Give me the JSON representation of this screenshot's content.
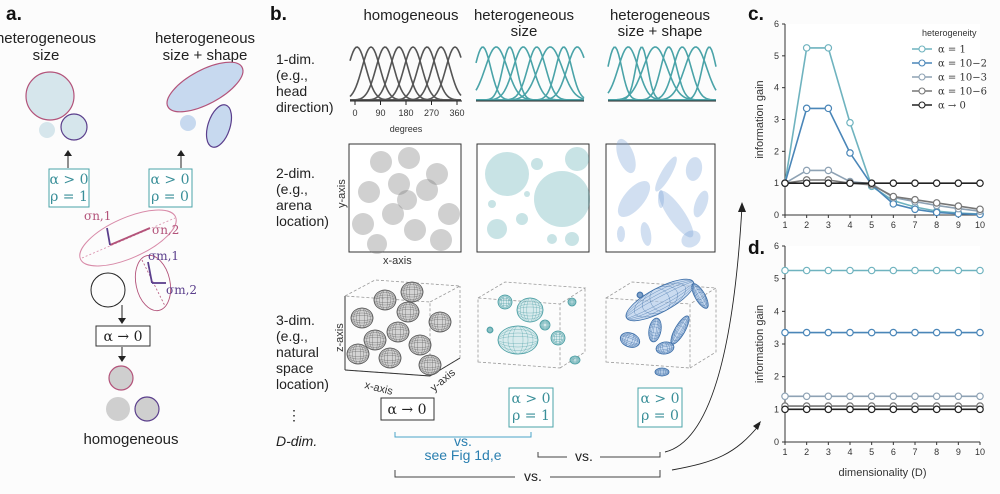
{
  "panels": {
    "a": {
      "letter": "a.",
      "title_left_1": "heterogeneous",
      "title_left_2": "size",
      "title_right_1": "heterogeneous",
      "title_right_2": "size + shape",
      "box1_line1": "α > 0",
      "box1_line2": "ρ = 1",
      "box2_line1": "α > 0",
      "box2_line2": "ρ = 0",
      "sigma_n1": "σn,1",
      "sigma_n2": "σn,2",
      "sigma_m1": "σm,1",
      "sigma_m2": "σm,2",
      "limit_box": "α → 0",
      "bottom_label": "homogeneous"
    },
    "b": {
      "letter": "b.",
      "col_homogeneous": "homogeneous",
      "col_het_size_1": "heterogeneous",
      "col_het_size_2": "size",
      "col_het_shape_1": "heterogeneous",
      "col_het_shape_2": "size + shape",
      "row1": [
        "1-dim.",
        "(e.g.,",
        "head",
        "direction)"
      ],
      "row2": [
        "2-dim.",
        "(e.g.,",
        "arena",
        "location)"
      ],
      "row3": [
        "3-dim.",
        "(e.g.,",
        "natural",
        "space",
        "location)"
      ],
      "ellipsis": "⋮",
      "rowD": "D-dim.",
      "deg_ticks": [
        "0",
        "90",
        "180",
        "270",
        "360"
      ],
      "deg_label": "degrees",
      "x_axis": "x-axis",
      "y_axis": "y-axis",
      "z_axis": "z-axis",
      "box_limit": "α → 0",
      "box_size_1": "α > 0",
      "box_size_2": "ρ = 1",
      "box_shape_1": "α > 0",
      "box_shape_2": "ρ = 0",
      "vs1": "vs.",
      "see_fig": "see Fig 1d,e",
      "vs2": "vs.",
      "vs3": "vs."
    },
    "c": {
      "letter": "c."
    },
    "d": {
      "letter": "d."
    }
  },
  "colors": {
    "gray": "#555555",
    "teal": "#4aa3a8",
    "blue": "#8fb6d8",
    "pink": "#b3537a",
    "purple": "#5b3f8c",
    "red_dotted": "#8b1a1a"
  },
  "chart_data": [
    {
      "type": "line",
      "panel": "c",
      "xlabel": "",
      "ylabel": "information gain",
      "x": [
        1,
        2,
        3,
        4,
        5,
        6,
        7,
        8,
        9,
        10
      ],
      "xlim": [
        1,
        10
      ],
      "ylim": [
        0,
        6
      ],
      "yticks": [
        0,
        1,
        2,
        3,
        4,
        5,
        6
      ],
      "xticks": [
        1,
        2,
        3,
        4,
        5,
        6,
        7,
        8,
        9,
        10
      ],
      "legend_title": "heterogeneity",
      "legend_position": "top-right",
      "reference_line": 1,
      "series": [
        {
          "name": "α = 1",
          "color": "#6fb3bf",
          "values": [
            1.0,
            5.25,
            5.25,
            2.9,
            0.9,
            0.45,
            0.25,
            0.12,
            0.06,
            0.03
          ]
        },
        {
          "name": "α = 10−2",
          "color": "#4a86b8",
          "values": [
            1.0,
            3.35,
            3.35,
            1.95,
            0.95,
            0.35,
            0.18,
            0.08,
            0.04,
            0.02
          ]
        },
        {
          "name": "α = 10−3",
          "color": "#8ea2b4",
          "values": [
            1.0,
            1.4,
            1.4,
            1.05,
            0.98,
            0.55,
            0.42,
            0.3,
            0.2,
            0.12
          ]
        },
        {
          "name": "α = 10−6",
          "color": "#777777",
          "values": [
            1.0,
            1.1,
            1.1,
            1.0,
            0.95,
            0.58,
            0.48,
            0.38,
            0.28,
            0.18
          ]
        },
        {
          "name": "α → 0",
          "color": "#222222",
          "values": [
            1.0,
            1.0,
            1.0,
            1.0,
            1.0,
            1.0,
            1.0,
            1.0,
            1.0,
            1.0
          ]
        }
      ]
    },
    {
      "type": "line",
      "panel": "d",
      "xlabel": "dimensionality (D)",
      "ylabel": "information gain",
      "x": [
        1,
        2,
        3,
        4,
        5,
        6,
        7,
        8,
        9,
        10
      ],
      "xlim": [
        1,
        10
      ],
      "ylim": [
        0,
        6
      ],
      "yticks": [
        0,
        1,
        2,
        3,
        4,
        5,
        6
      ],
      "xticks": [
        1,
        2,
        3,
        4,
        5,
        6,
        7,
        8,
        9,
        10
      ],
      "reference_line": 1,
      "series": [
        {
          "color": "#6fb3bf",
          "values": [
            5.25,
            5.25,
            5.25,
            5.25,
            5.25,
            5.25,
            5.25,
            5.25,
            5.25,
            5.25
          ]
        },
        {
          "color": "#4a86b8",
          "values": [
            3.35,
            3.35,
            3.35,
            3.35,
            3.35,
            3.35,
            3.35,
            3.35,
            3.35,
            3.35
          ]
        },
        {
          "color": "#8ea2b4",
          "values": [
            1.4,
            1.4,
            1.4,
            1.4,
            1.4,
            1.4,
            1.4,
            1.4,
            1.4,
            1.4
          ]
        },
        {
          "color": "#777777",
          "values": [
            1.1,
            1.1,
            1.1,
            1.1,
            1.1,
            1.1,
            1.1,
            1.1,
            1.1,
            1.1
          ]
        },
        {
          "color": "#222222",
          "values": [
            1.0,
            1.0,
            1.0,
            1.0,
            1.0,
            1.0,
            1.0,
            1.0,
            1.0,
            1.0
          ]
        }
      ]
    }
  ]
}
